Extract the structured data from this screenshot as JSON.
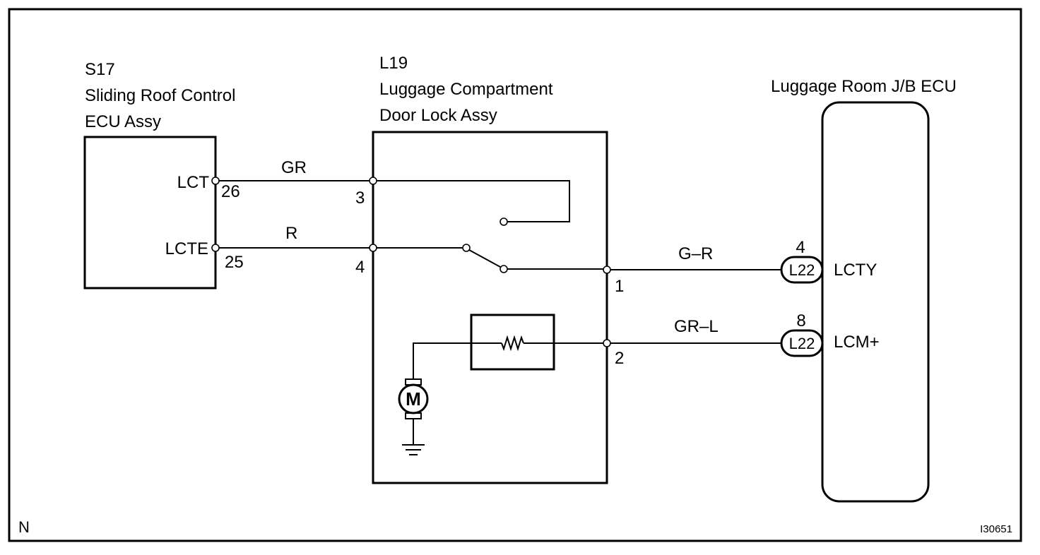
{
  "components": {
    "sliding_roof_ecu": {
      "code": "S17",
      "name_line1": "Sliding Roof Control",
      "name_line2": "ECU Assy",
      "terminals": [
        {
          "name": "LCT",
          "pin": "26"
        },
        {
          "name": "LCTE",
          "pin": "25"
        }
      ]
    },
    "door_lock_assy": {
      "code": "L19",
      "name_line1": "Luggage Compartment",
      "name_line2": "Door Lock Assy",
      "pins": [
        "3",
        "4",
        "1",
        "2"
      ],
      "motor_label": "M"
    },
    "jb_ecu": {
      "name": "Luggage Room J/B ECU",
      "terminals": [
        {
          "name": "LCTY",
          "connector": "L22",
          "pin": "4"
        },
        {
          "name": "LCM+",
          "connector": "L22",
          "pin": "8"
        }
      ]
    }
  },
  "wires": [
    {
      "color_code": "GR"
    },
    {
      "color_code": "R"
    },
    {
      "color_code": "G–R"
    },
    {
      "color_code": "GR–L"
    }
  ],
  "footer": {
    "left_mark": "N",
    "figure_id": "I30651"
  }
}
